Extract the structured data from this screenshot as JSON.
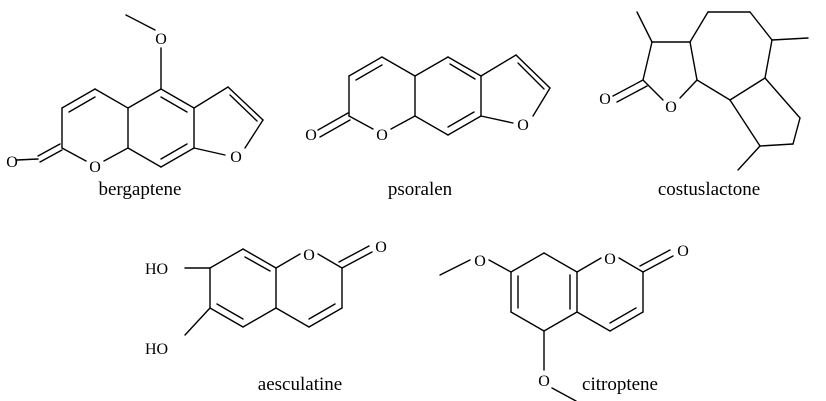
{
  "molecules": [
    {
      "name": "bergaptene",
      "atoms": {
        "o_methoxy": "O",
        "o_carbonyl": "O",
        "o_ring": "O",
        "o_furan": "O"
      }
    },
    {
      "name": "psoralen",
      "atoms": {
        "o_carbonyl": "O",
        "o_ring": "O",
        "o_furan": "O"
      }
    },
    {
      "name": "costuslactone",
      "atoms": {
        "o_carbonyl": "O",
        "o_ring": "O"
      }
    },
    {
      "name": "aesculatine",
      "atoms": {
        "ho_top": "HO",
        "ho_bottom": "HO",
        "o_ring": "O",
        "o_carbonyl": "O"
      }
    },
    {
      "name": "citroptene",
      "atoms": {
        "o_methoxy_top": "O",
        "o_ring": "O",
        "o_carbonyl": "O",
        "o_methoxy_bottom": "O"
      }
    }
  ]
}
